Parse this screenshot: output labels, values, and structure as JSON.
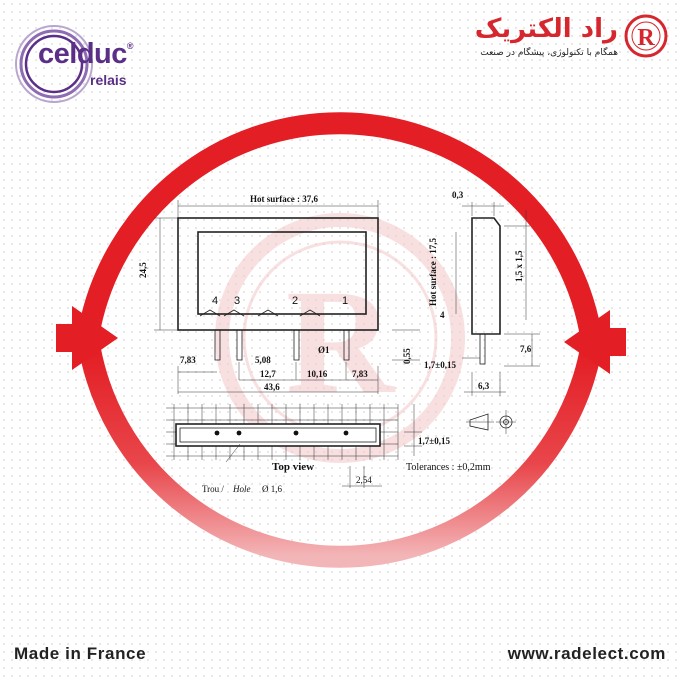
{
  "brand": {
    "left_logo": {
      "name": "celduc",
      "registered": "®",
      "sub": "relais"
    },
    "right_logo": {
      "name_fa": "راد الکتریک",
      "tagline_fa": "همگام با تکنولوژی، پیشگام در صنعت",
      "mark": "R"
    }
  },
  "footer": {
    "made_in": "Made in France",
    "website": "www.radelect.com"
  },
  "drawing": {
    "hot_surface_width": "Hot surface : 37,6",
    "hot_surface_height": "Hot surface : 17,5",
    "height_total": "24,5",
    "top_thickness": "0,3",
    "pin_section": "1,5 x 1,5",
    "pin_dim_4": "4",
    "pin_length_right": "7,6",
    "pin_offset": "1,7±0,15",
    "depth": "6,3",
    "pin_length_small": "0,55",
    "pins": [
      "4",
      "3",
      "2",
      "1"
    ],
    "dim_7_83_left": "7,83",
    "dim_5_08": "5,08",
    "dim_phi1": "Ø1",
    "dim_12_7": "12,7",
    "dim_10_16": "10,16",
    "dim_7_83_right": "7,83",
    "dim_43_6": "43,6",
    "top_view": "Top view",
    "hole_label_fr": "Trou /",
    "hole_label_en": "Hole",
    "hole_dia": "Ø 1,6",
    "grid_pitch": "2,54",
    "offset_bottom": "1,7±0,15",
    "tolerances": "Tolerances : ±0,2mm"
  },
  "colors": {
    "accent_red": "#e31e24",
    "brand_purple": "#5b2f87",
    "watermark_pink": "#f4c7ca"
  }
}
